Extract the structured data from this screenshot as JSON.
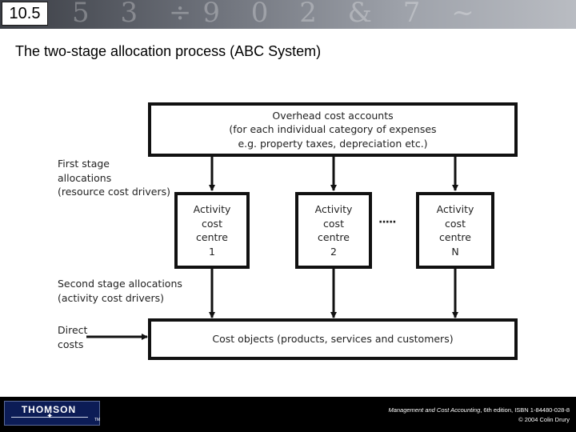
{
  "slide": {
    "number": "10.5",
    "title": "The two-stage allocation process (ABC System)"
  },
  "diagram": {
    "overhead_box": {
      "lines": [
        "Overhead cost accounts",
        "(for each individual category of expenses",
        "e.g. property taxes, depreciation etc.)"
      ]
    },
    "activity_centres": [
      {
        "lines": [
          "Activity",
          "cost",
          "centre",
          "1"
        ]
      },
      {
        "lines": [
          "Activity",
          "cost",
          "centre",
          "2"
        ]
      },
      {
        "lines": [
          "Activity",
          "cost",
          "centre",
          "N"
        ]
      }
    ],
    "ellipsis": "·····",
    "cost_objects_box": {
      "label": "Cost objects (products, services and customers)"
    },
    "first_stage_label": [
      "First stage",
      "allocations",
      "(resource cost drivers)"
    ],
    "second_stage_label": [
      "Second stage allocations",
      "(activity cost drivers)"
    ],
    "direct_costs_label": [
      "Direct",
      "costs"
    ]
  },
  "footer": {
    "logo_text": "THOMSON",
    "logo_tm": "TM",
    "citation_italic": "Management and Cost Accounting",
    "citation_rest": ", 6th edition, ISBN 1-84480-028-8",
    "copyright": "© 2004 Colin Drury"
  },
  "colors": {
    "banner_dark": "#3a3d44",
    "banner_light": "#b9bcc2",
    "footer_bg": "#000000",
    "logo_bg": "#0c1c56",
    "box_border": "#111111"
  },
  "icons": [
    "arrow-down-icon",
    "arrow-right-icon",
    "thomson-logo"
  ]
}
